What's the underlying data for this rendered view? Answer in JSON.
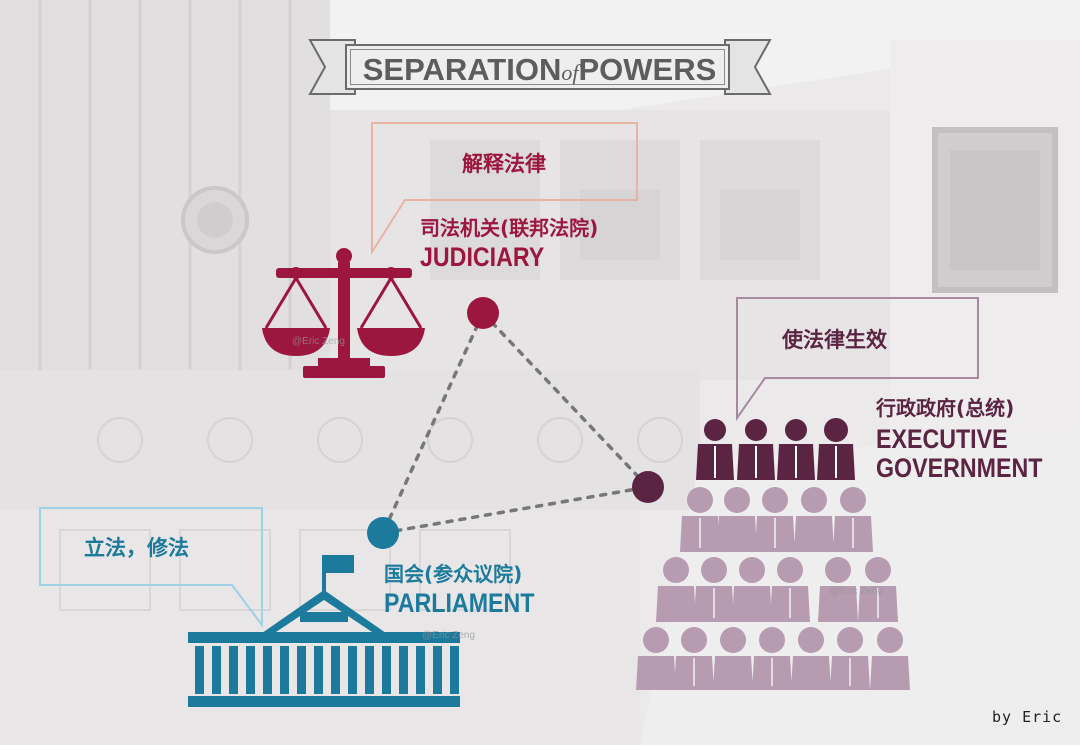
{
  "title": {
    "part1": "SEPARATION",
    "part2": "of",
    "part3": "POWERS"
  },
  "judiciary": {
    "callout": "解释法律",
    "label_cn": "司法机关(联邦法院)",
    "label_en": "JUDICIARY",
    "color": "#9c1640",
    "callout_border": "#e9b3a3"
  },
  "executive": {
    "callout": "使法律生效",
    "label_cn": "行政政府(总统)",
    "label_en": "EXECUTIVE\nGOVERNMENT",
    "label_en_line1": "EXECUTIVE",
    "label_en_line2": "GOVERNMENT",
    "color": "#5a2442",
    "crowd_color": "#b79bb0",
    "callout_border": "#a58aa0"
  },
  "parliament": {
    "callout": "立法，修法",
    "label_cn": "国会(参众议院)",
    "label_en": "PARLIAMENT",
    "color": "#1c7b9c",
    "callout_border": "#9ed1e5"
  },
  "watermark": "@Eric Zeng",
  "signature": "by Eric",
  "icons": [
    "scales-icon",
    "people-icon",
    "parliament-building-icon"
  ]
}
